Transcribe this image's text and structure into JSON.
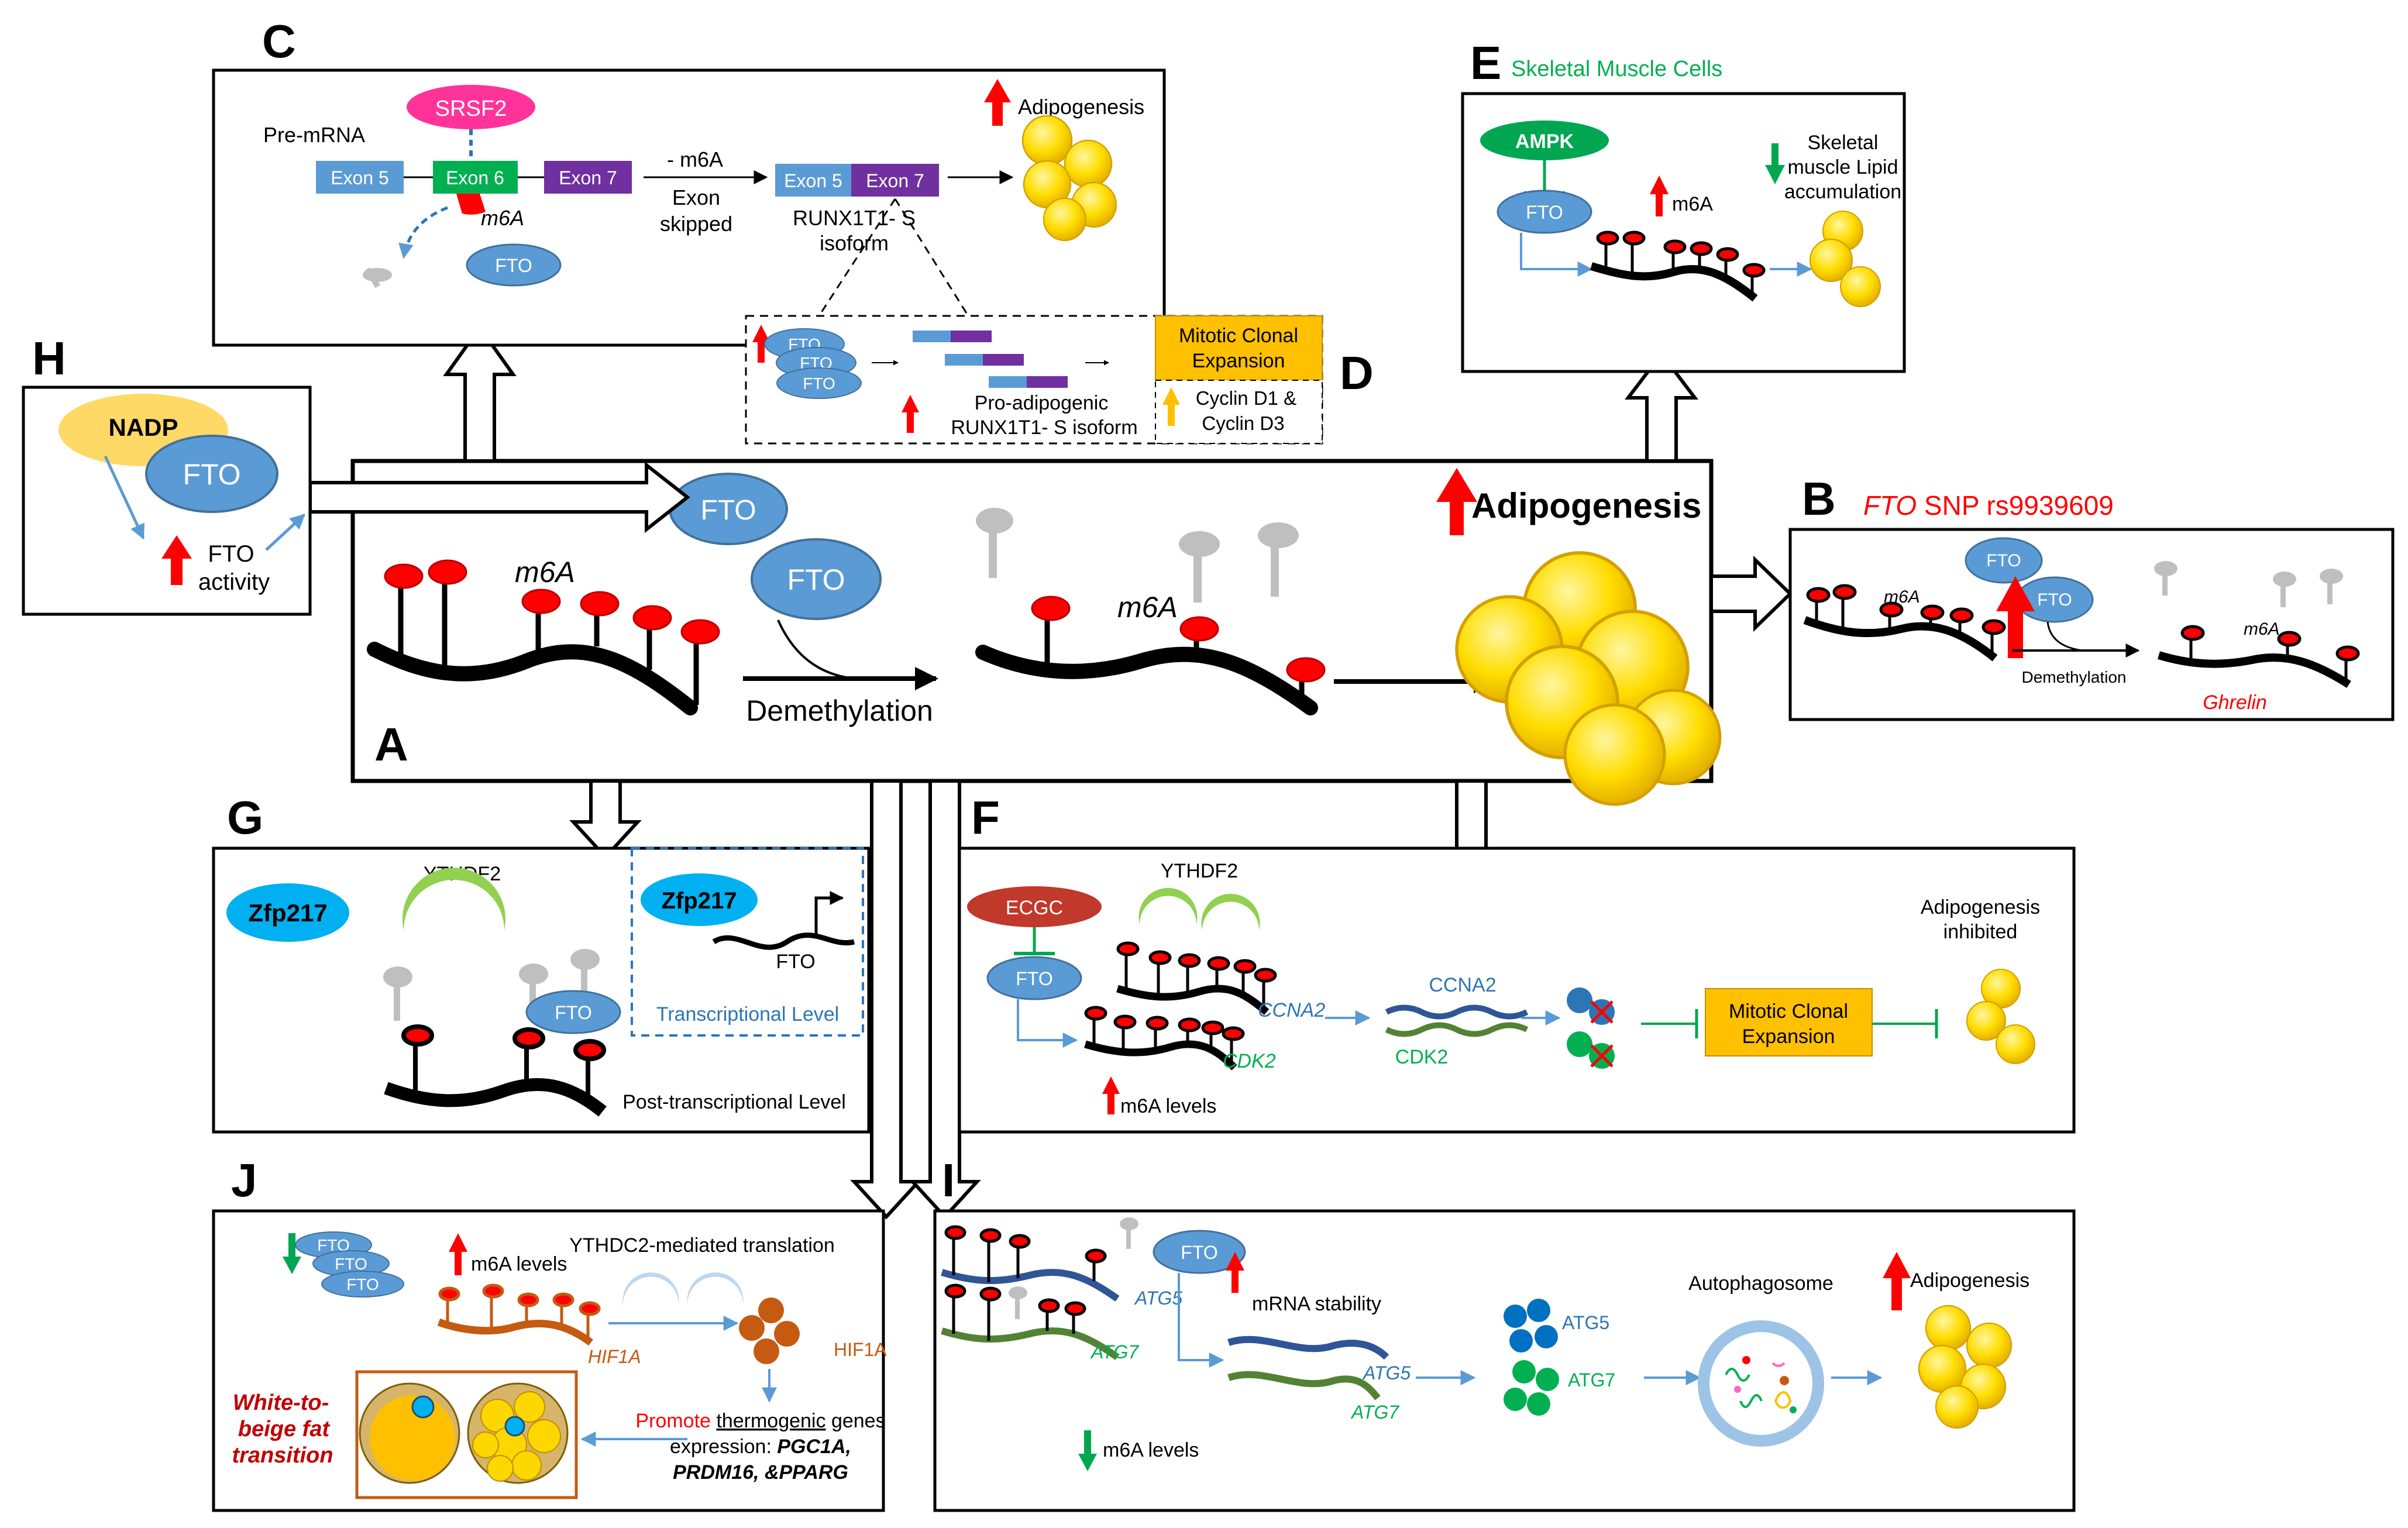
{
  "panels": {
    "A": {
      "letter": "A",
      "m6a": "m6A",
      "m6a2": "m6A",
      "fto1": "FTO",
      "fto2": "FTO",
      "demethylation": "Demethylation",
      "adipogenesis": "Adipogenesis"
    },
    "B": {
      "letter": "B",
      "title_gene": "FTO",
      "title_rest": " SNP rs9939609",
      "fto1": "FTO",
      "fto2": "FTO",
      "m6a1": "m6A",
      "m6a2": "m6A",
      "demethylation": "Demethylation",
      "ghrelin": "Ghrelin"
    },
    "C": {
      "letter": "C",
      "srsf2": "SRSF2",
      "pre_mrna": "Pre-mRNA",
      "exon5": "Exon 5",
      "exon6": "Exon 6",
      "exon7": "Exon 7",
      "m6a": "m6A",
      "fto": "FTO",
      "minus_m6a": "- m6A",
      "exon_skipped_1": "Exon",
      "exon_skipped_2": "skipped",
      "exon5b": "Exon 5",
      "exon7b": "Exon 7",
      "isoform_1": "RUNX1T1- S",
      "isoform_2": "isoform",
      "adipogenesis": "Adipogenesis"
    },
    "D": {
      "letter": "D",
      "fto_a": "FTO",
      "fto_b": "FTO",
      "fto_c": "FTO",
      "pro_1": "Pro-adipogenic",
      "pro_2": "RUNX1T1- S isoform",
      "mce_1": "Mitotic Clonal",
      "mce_2": "Expansion",
      "cyclin_1": "Cyclin D1 &",
      "cyclin_2": "Cyclin D3"
    },
    "E": {
      "letter": "E",
      "title": "Skeletal Muscle Cells",
      "ampk": "AMPK",
      "fto": "FTO",
      "m6a": "m6A",
      "lipid_1": "Skeletal",
      "lipid_2": "muscle Lipid",
      "lipid_3": "accumulation"
    },
    "F": {
      "letter": "F",
      "ecgc": "ECGC",
      "ythdf2": "YTHDF2",
      "fto": "FTO",
      "ccna2_a": "CCNA2",
      "cdk2_a": "CDK2",
      "m6a_levels": "m6A levels",
      "ccna2_b": "CCNA2",
      "cdk2_b": "CDK2",
      "mce_1": "Mitotic Clonal",
      "mce_2": "Expansion",
      "inhib_1": "Adipogenesis",
      "inhib_2": "inhibited"
    },
    "G": {
      "letter": "G",
      "zfp217_a": "Zfp217",
      "ythdf2": "YTHDF2",
      "zfp217_b": "Zfp217",
      "fto_gene": "FTO",
      "transcriptional": "Transcriptional Level",
      "fto": "FTO",
      "post_transcriptional": "Post-transcriptional Level"
    },
    "H": {
      "letter": "H",
      "nadp": "NADP",
      "fto": "FTO",
      "activity_1": "FTO",
      "activity_2": "activity"
    },
    "I": {
      "letter": "I",
      "atg5_a": "ATG5",
      "atg7_a": "ATG7",
      "fto": "FTO",
      "mrna_stability": "mRNA stability",
      "atg5_b": "ATG5",
      "atg7_b": "ATG7",
      "atg5_c": "ATG5",
      "atg7_c": "ATG7",
      "autophagosome": "Autophagosome",
      "adipogenesis": "Adipogenesis",
      "m6a_levels": "m6A levels"
    },
    "J": {
      "letter": "J",
      "fto_a": "FTO",
      "fto_b": "FTO",
      "fto_c": "FTO",
      "m6a_levels": "m6A levels",
      "ythdc2": "YTHDC2-mediated translation",
      "hif1a_a": "HIF1A",
      "hif1a_b": "HIF1A",
      "promote_1": "Promote",
      "promote_2": "thermogenic",
      "promote_3": "genes",
      "expression": "expression:",
      "genes_1": "PGC1A,",
      "genes_2": "PRDM16,",
      "genes_3": "&PPARG",
      "wtb_1": "White-to-",
      "wtb_2": "beige fat",
      "wtb_3": "transition"
    }
  },
  "colors": {
    "fto_blue": "#5b9bd5",
    "exon_blue": "#5b9bd5",
    "exon_green": "#00b050",
    "exon_purple": "#7030a0",
    "m6a_red": "#ff0000",
    "srsf2_pink": "#ff3399",
    "ampk_green": "#00a651",
    "ecgc_red": "#c0392b",
    "ythdf2_green": "#92d050",
    "zfp217_blue": "#00b0f0",
    "nadp_yellow": "#ffd966",
    "mce_orange": "#ffc000",
    "fat_yellow": "#ffd700",
    "title_green": "#00b050",
    "title_red": "#ff0000",
    "hif1a_brown": "#c55a11",
    "atg5_blue": "#2e75b6",
    "atg7_green": "#00b050"
  }
}
